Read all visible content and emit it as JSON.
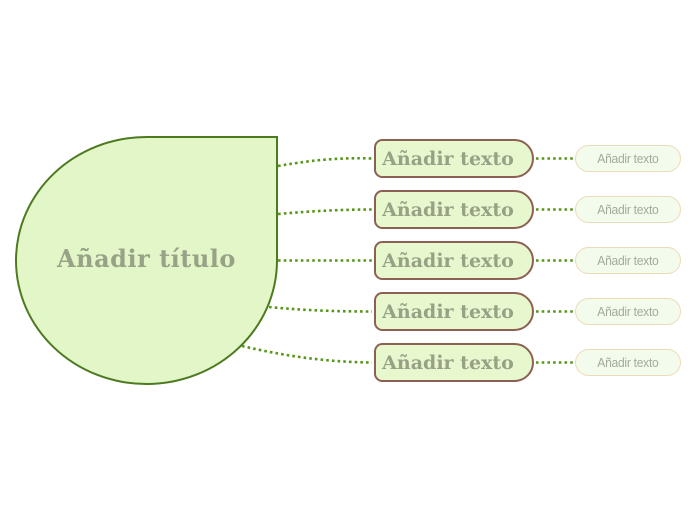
{
  "diagram": {
    "type": "mindmap",
    "background": "#ffffff",
    "root": {
      "label": "Añadir título",
      "fill": "#e3f6c8",
      "border_color": "#4d7a20",
      "text_color": "#98a287",
      "shape": "teardrop"
    },
    "branch_style": {
      "fill": "#e7f8ce",
      "border_color": "#8d6054",
      "text_color": "#97a186"
    },
    "leaf_style": {
      "fill": "#f2fbec",
      "border_color": "#ecdcb6",
      "text_color": "#a2aa9d"
    },
    "connector": {
      "color": "#569619",
      "style": "dotted"
    },
    "branches": [
      {
        "label": "Añadir texto",
        "child": {
          "label": "Añadir texto"
        }
      },
      {
        "label": "Añadir texto",
        "child": {
          "label": "Añadir texto"
        }
      },
      {
        "label": "Añadir texto",
        "child": {
          "label": "Añadir texto"
        }
      },
      {
        "label": "Añadir texto",
        "child": {
          "label": "Añadir texto"
        }
      },
      {
        "label": "Añadir texto",
        "child": {
          "label": "Añadir texto"
        }
      }
    ]
  }
}
